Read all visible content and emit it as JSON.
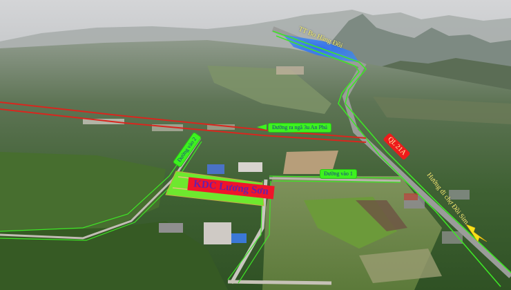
{
  "map": {
    "type": "aerial-photo-annotated",
    "labels": {
      "town_area": "TT Bo Hàng Đồi",
      "road_left_arrow": "Đường ra ngã 3u An Phú",
      "road_access_2": "Đường vào 2",
      "residential_area": "KDC Lương Sơn",
      "road_access_1": "Đường vào 1",
      "highway": "QL 21A",
      "direction_market": "Hướng đi chợ Đồi Sim"
    },
    "colors": {
      "route_green": "#3ee626",
      "powerline_red": "#d9261e",
      "town_blue": "#3a7ef0",
      "label_green": "#3df21f",
      "label_red": "#ee1b1b",
      "kdc_fill": "#f0142a",
      "kdc_text": "#6a1fa8",
      "plot_green": "#6ee82e",
      "arrow_yellow": "#f7e21a"
    }
  }
}
